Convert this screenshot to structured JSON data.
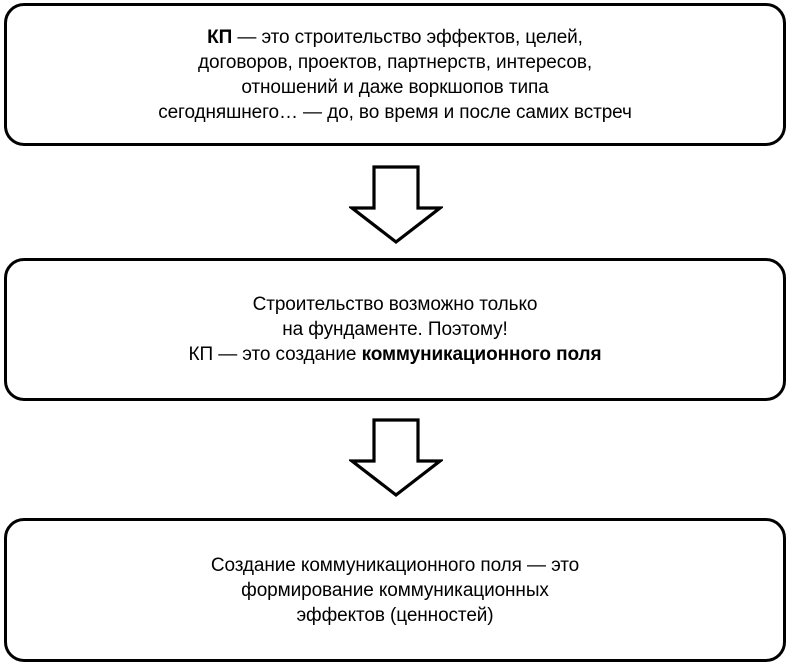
{
  "diagram": {
    "type": "flowchart-vertical",
    "orientation": "top-to-bottom",
    "background_color": "#ffffff",
    "stroke_color": "#000000",
    "text_color": "#000000",
    "node_count": 3,
    "connector_count": 2,
    "nodes": [
      {
        "id": "node-1",
        "shape": "rounded-rectangle",
        "lines": [
          "КП — это строительство эффектов, целей,",
          "договоров, проектов, партнерств, интересов,",
          "отношений и даже воркшопов типа",
          "сегодняшнего… — до, во время и после самих встреч"
        ],
        "plain_text": "КП — это строительство эффектов, целей, договоров, проектов, партнерств, интересов, отношений и даже воркшопов типа сегодняшнего… — до, во время и после самих встреч",
        "bold_segments": [
          "КП"
        ]
      },
      {
        "id": "node-2",
        "shape": "rounded-rectangle",
        "lines": [
          "Строительство возможно только",
          "на фундаменте. Поэтому!",
          "КП — это создание коммуникационного поля"
        ],
        "plain_text": "Строительство возможно только на фундаменте. Поэтому! КП — это создание коммуникационного поля",
        "bold_segments": [
          "коммуникационного поля"
        ]
      },
      {
        "id": "node-3",
        "shape": "rounded-rectangle",
        "lines": [
          "Создание коммуникационного поля — это",
          "формирование коммуникационных",
          "эффектов (ценностей)"
        ],
        "plain_text": "Создание коммуникационного поля — это формирование коммуникационных эффектов (ценностей)",
        "bold_segments": []
      }
    ],
    "connectors": [
      {
        "id": "arrow-1",
        "icon": "arrow-down-icon",
        "from": "node-1",
        "to": "node-2",
        "style": "outlined-block-arrow"
      },
      {
        "id": "arrow-2",
        "icon": "arrow-down-icon",
        "from": "node-2",
        "to": "node-3",
        "style": "outlined-block-arrow"
      }
    ]
  }
}
